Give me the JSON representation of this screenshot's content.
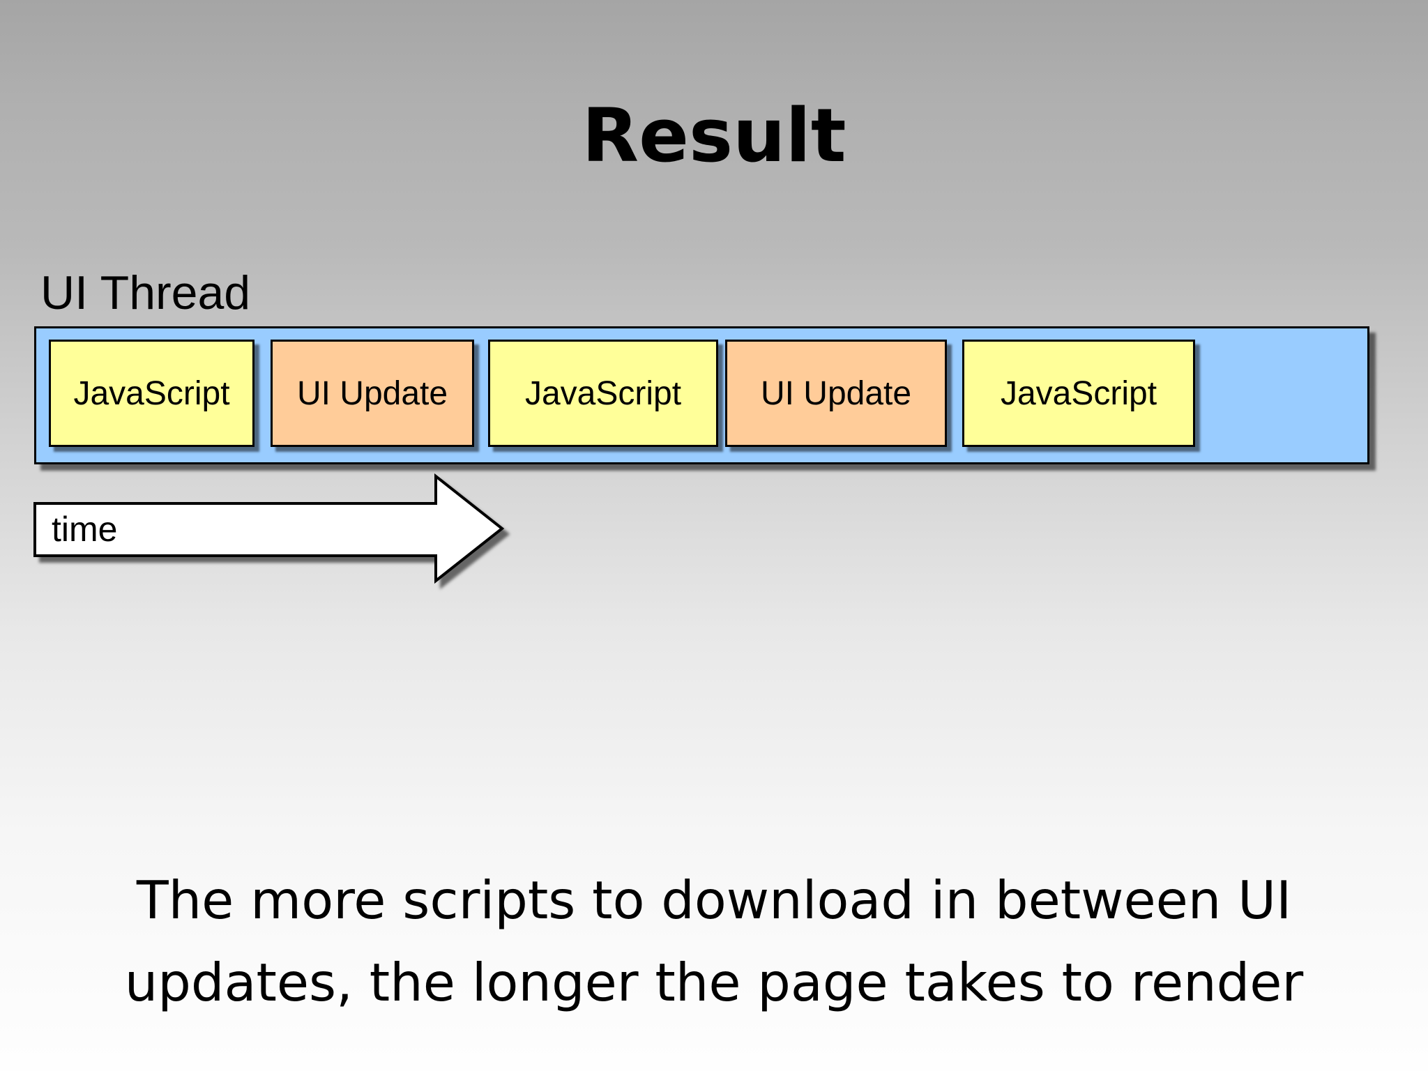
{
  "slide": {
    "title": "Result",
    "diagram": {
      "thread_label": "UI Thread",
      "timeline_blocks": [
        {
          "label": "JavaScript",
          "type": "javascript"
        },
        {
          "label": "UI Update",
          "type": "ui-update"
        },
        {
          "label": "JavaScript",
          "type": "javascript"
        },
        {
          "label": "UI Update",
          "type": "ui-update"
        },
        {
          "label": "JavaScript",
          "type": "javascript"
        }
      ],
      "time_arrow_label": "time"
    },
    "body_text": {
      "line1": "The more scripts to download in between UI",
      "line2": "updates, the longer the page takes to render"
    },
    "colors": {
      "thread_bar_fill": "#99ccff",
      "javascript_block_fill": "#ffff99",
      "ui_update_block_fill": "#ffcc99",
      "block_border": "#000000",
      "arrow_fill": "#ffffff",
      "text_color": "#000000",
      "background_top": "#a5a5a5",
      "background_bottom": "#fefefe"
    }
  }
}
